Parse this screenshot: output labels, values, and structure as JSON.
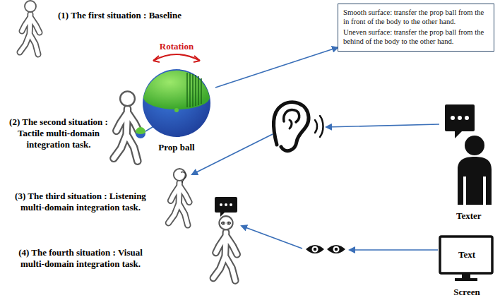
{
  "diagram": {
    "nodes": [
      {
        "text": [
          "Rotation",
          "Prop ball"
        ]
      },
      {
        "text": [
          "Smooth surface: transfer the prop ball from the in front of the body to the other hand.",
          "Uneven surface: transfer the prop ball from the behind of the body to the other hand."
        ]
      },
      {
        "text": [
          "Text",
          "Screen"
        ]
      }
    ],
    "edges": [
      {
        "from": 0,
        "to": 1,
        "arrow": "to"
      }
    ],
    "labels": [
      "(1) The first situation : Baseline",
      "(2) The second situation : Tactile multi-domain integration task.",
      "(3) The third situation : Listening multi-domain integration task.",
      "(4) The fourth situation : Visual multi-domain integration task.",
      "Texter"
    ]
  }
}
